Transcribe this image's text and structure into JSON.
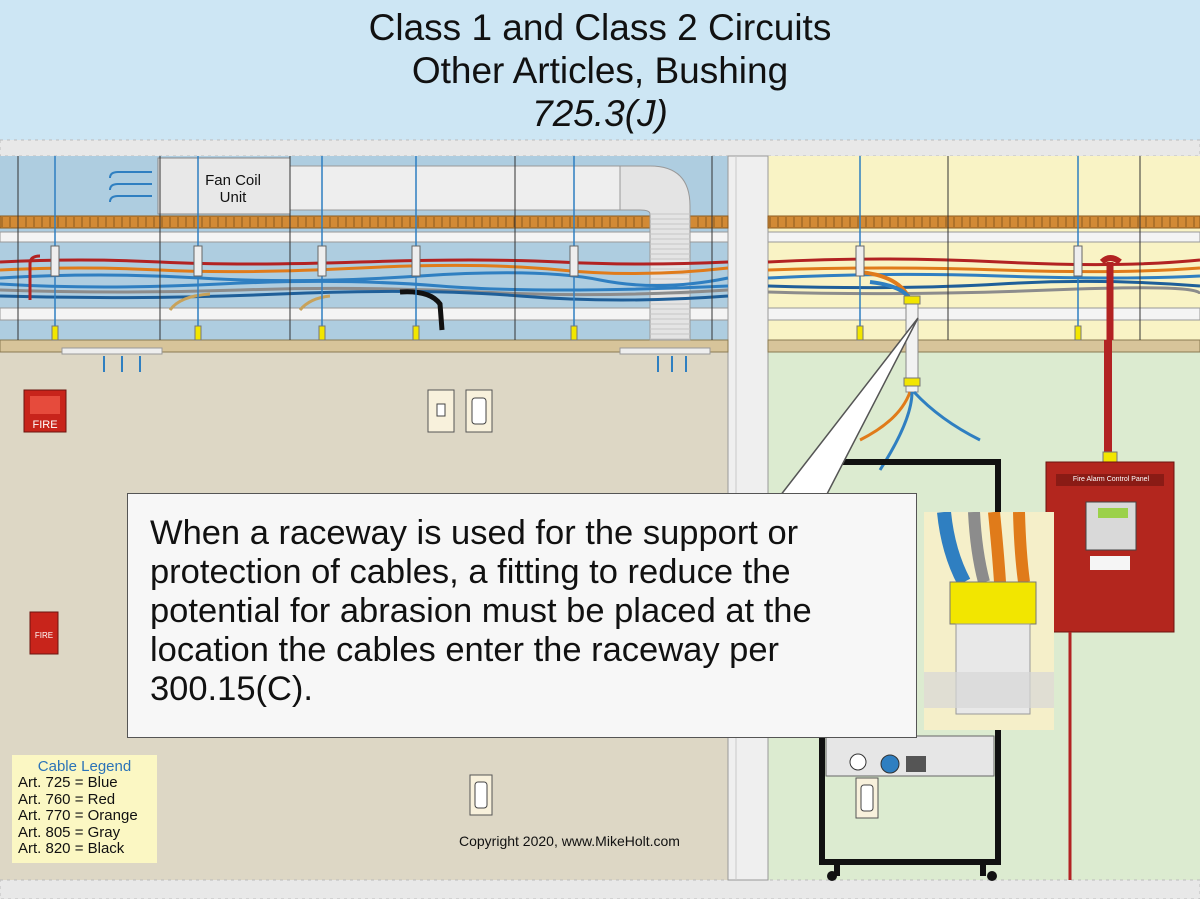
{
  "title": {
    "line1": "Class 1 and Class 2 Circuits",
    "line2": "Other Articles, Bushing",
    "line3": "725.3(J)"
  },
  "fan_coil_label": "Fan Coil Unit",
  "callout_text": "When a raceway is used for the support or protection of cables, a fitting to reduce the potential for abrasion must be placed at the location the cables enter the raceway per 300.15(C).",
  "fire_alarm_panel": {
    "title": "Fire Alarm Control Panel"
  },
  "fire_devices": {
    "strobe_label": "FIRE",
    "pull_station_label": "FIRE"
  },
  "legend": {
    "title": "Cable Legend",
    "items": [
      {
        "text": "Art. 725 = Blue",
        "color": "#2f7fc1"
      },
      {
        "text": "Art. 760 = Red",
        "color": "#b22222"
      },
      {
        "text": "Art. 770 = Orange",
        "color": "#e07b1a"
      },
      {
        "text": "Art. 805 = Gray",
        "color": "#8c8c8c"
      },
      {
        "text": "Art. 820 = Black",
        "color": "#111111"
      }
    ]
  },
  "copyright": "Copyright 2020, www.MikeHolt.com",
  "colors": {
    "sky": "#cde6f4",
    "wall_left": "#ddd7c5",
    "wall_right": "#dcebd0",
    "ceiling_right": "#f9f3c5",
    "duct_blue": "#aecde0",
    "joist": "#d28a35",
    "bushing_yellow": "#f2e600",
    "panel_red": "#b3261e"
  }
}
